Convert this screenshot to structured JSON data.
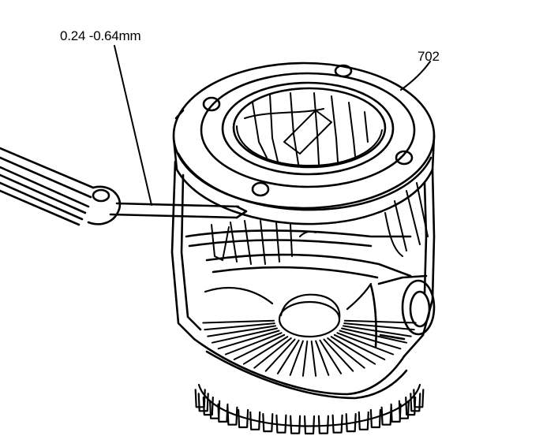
{
  "diagram": {
    "clearance_label": "0.24 -0.64mm",
    "part_callout": "702",
    "colors": {
      "ink": "#000000",
      "paper": "#ffffff"
    },
    "components": [
      {
        "id": "feeler-gauge",
        "icon": "feeler-gauge-icon"
      },
      {
        "id": "differential-case",
        "icon": "differential-case-icon"
      },
      {
        "id": "side-bearing-ring",
        "icon": "bearing-ring-icon"
      },
      {
        "id": "side-gear",
        "icon": "side-gear-icon"
      },
      {
        "id": "pinion-gears",
        "icon": "pinion-gear-icon"
      },
      {
        "id": "ring-gear-teeth",
        "icon": "ring-gear-icon"
      }
    ]
  }
}
